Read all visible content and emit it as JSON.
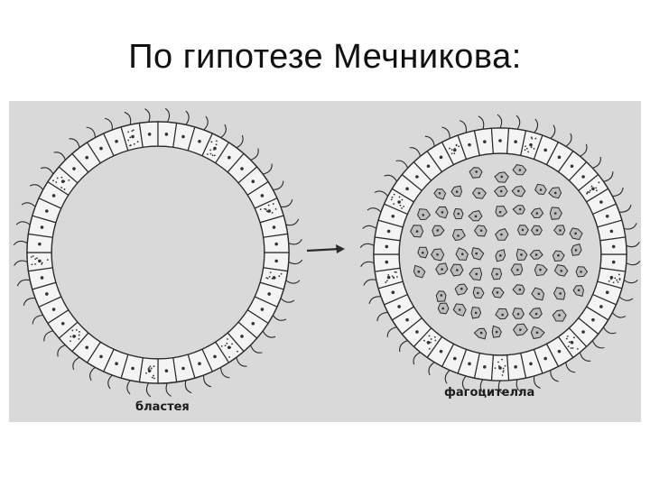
{
  "slide": {
    "title": "По гипотезе Мечникова:"
  },
  "figure": {
    "left_label": "бластея",
    "right_label": "фагоцителла",
    "colors": {
      "background": "#d9d9d9",
      "cell_fill": "#f4f4f4",
      "stroke": "#2b2b2b",
      "dots": "#333333"
    }
  }
}
